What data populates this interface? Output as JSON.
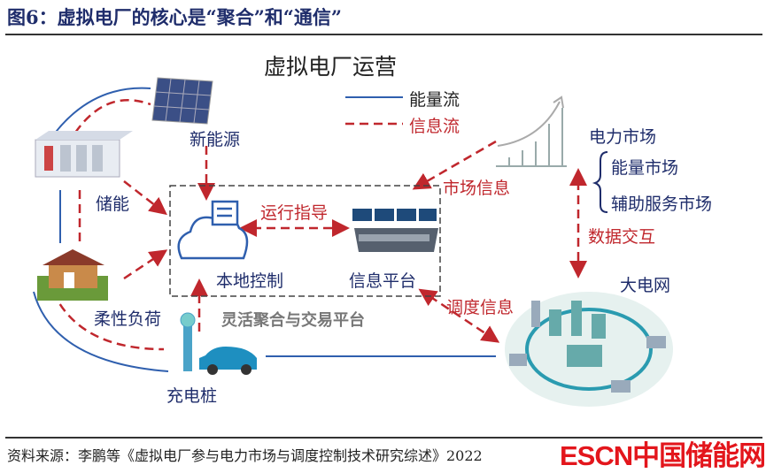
{
  "figure_title": "图6：虚拟电厂的核心是“聚合”和“通信”",
  "diagram_title": "虚拟电厂运营",
  "legend": {
    "energy_flow": "能量流",
    "info_flow": "信息流"
  },
  "nodes": {
    "renewable": "新能源",
    "storage": "储能",
    "flexible_load": "柔性负荷",
    "charging_pile": "充电桩",
    "local_control": "本地控制",
    "info_platform": "信息平台",
    "platform_name": "灵活聚合与交易平台",
    "power_market": "电力市场",
    "energy_market": "能量市场",
    "ancillary_market": "辅助服务市场",
    "grid": "大电网"
  },
  "edge_labels": {
    "operation_guidance": "运行指导",
    "market_info": "市场信息",
    "data_exchange": "数据交互",
    "dispatch_info": "调度信息"
  },
  "source": "资料来源：李鹏等《虚拟电厂参与电力市场与调度控制技术研究综述》2022",
  "watermark": "ESCN中国储能网",
  "colors": {
    "energy": "#2f5fae",
    "info": "#c0272d",
    "title": "#1f2d6b"
  }
}
